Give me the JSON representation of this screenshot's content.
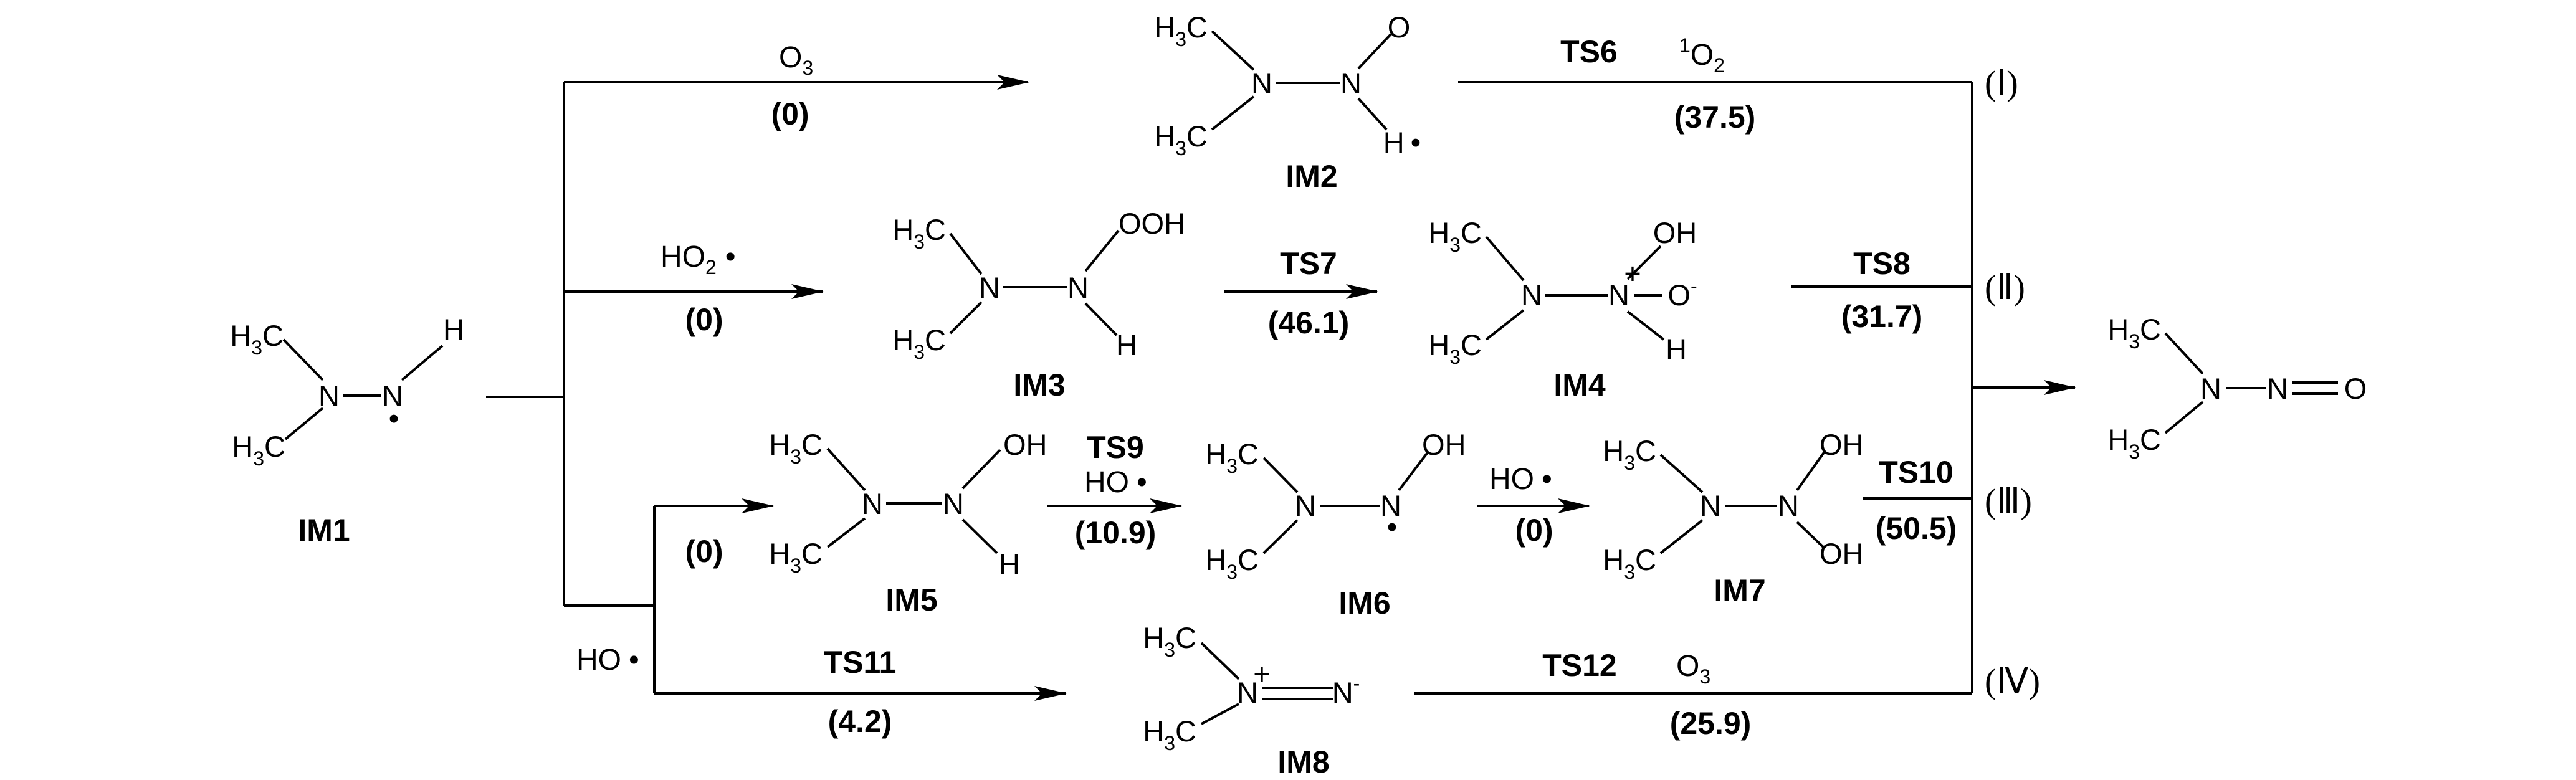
{
  "intermediates": {
    "im1": "IM1",
    "im2": "IM2",
    "im3": "IM3",
    "im4": "IM4",
    "im5": "IM5",
    "im6": "IM6",
    "im7": "IM7",
    "im8": "IM8"
  },
  "transition_states": {
    "ts6": "TS6",
    "ts7": "TS7",
    "ts8": "TS8",
    "ts9": "TS9",
    "ts10": "TS10",
    "ts11": "TS11",
    "ts12": "TS12"
  },
  "barriers": {
    "o3_step": "(0)",
    "ts6": "(37.5)",
    "ho2_step": "(0)",
    "ts7": "(46.1)",
    "ts8": "(31.7)",
    "im5_step": "(0)",
    "ts9": "(10.9)",
    "ho_add": "(0)",
    "ts10": "(50.5)",
    "ts11": "(4.2)",
    "ts12": "(25.9)"
  },
  "reagents": {
    "o3": "O",
    "o3_sub": "3",
    "singlet_o2_sup": "1",
    "singlet_o2": "O",
    "singlet_o2_sub": "2",
    "ho2": "HO",
    "ho2_sub": "2",
    "ho2_dot": "•",
    "ho": "HO",
    "ho_dot": "•",
    "ts12_o3": "O",
    "ts12_o3_sub": "3"
  },
  "pathways": [
    "(Ⅰ)",
    "(Ⅱ)",
    "(Ⅲ)",
    "(Ⅳ)"
  ],
  "atoms": {
    "h3c": "H",
    "h3c_sub": "3",
    "h3c_c": "C",
    "n": "N",
    "h": "H",
    "o": "O",
    "oh": "OH",
    "ooh": "OOH",
    "radical": "•",
    "plus": "+",
    "minus": "-",
    "o_minus": "O"
  }
}
